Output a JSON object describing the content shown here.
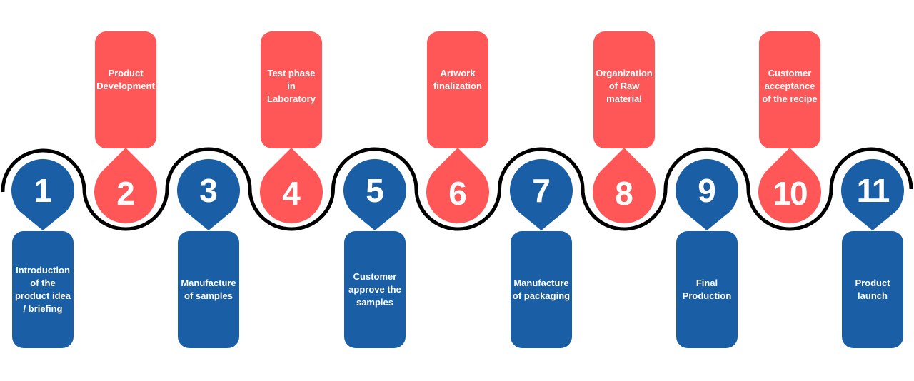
{
  "colors": {
    "red": "#ff5757",
    "blue": "#1a5fa6",
    "line": "#000000"
  },
  "steps": [
    {
      "number": "1",
      "label": "Introduction of the product idea / briefing",
      "color": "blue"
    },
    {
      "number": "2",
      "label": "Product Development",
      "color": "red"
    },
    {
      "number": "3",
      "label": "Manufacture of samples",
      "color": "blue"
    },
    {
      "number": "4",
      "label": "Test phase in Laboratory",
      "color": "red"
    },
    {
      "number": "5",
      "label": "Customer approve the samples",
      "color": "blue"
    },
    {
      "number": "6",
      "label": "Artwork finalization",
      "color": "red"
    },
    {
      "number": "7",
      "label": "Manufacture of packaging",
      "color": "blue"
    },
    {
      "number": "8",
      "label": "Organization of Raw material",
      "color": "red"
    },
    {
      "number": "9",
      "label": "Final Production",
      "color": "blue"
    },
    {
      "number": "10",
      "label": "Customer acceptance of the recipe",
      "color": "red"
    },
    {
      "number": "11",
      "label": "Product launch",
      "color": "blue"
    }
  ]
}
